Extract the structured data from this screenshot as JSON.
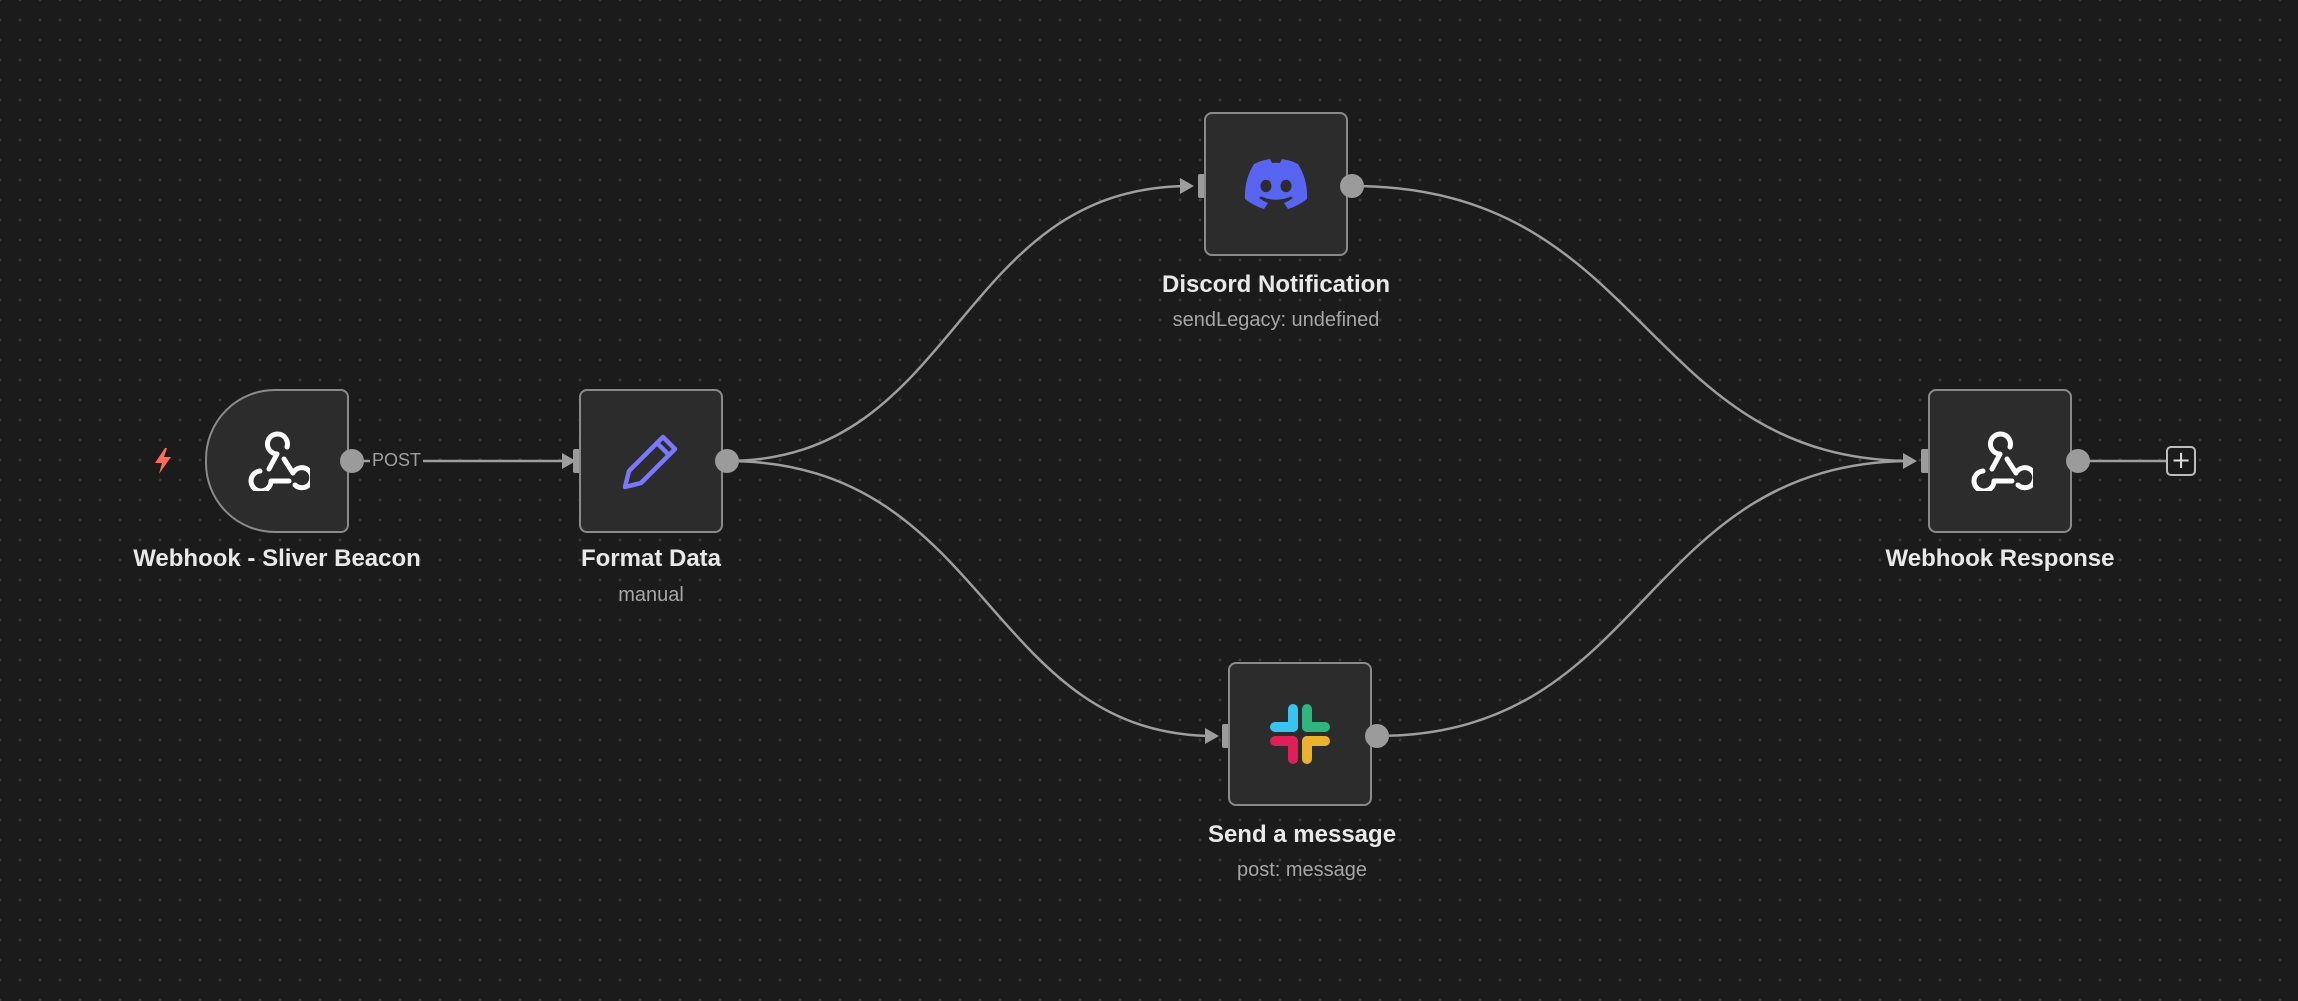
{
  "colors": {
    "canvas_bg": "#1b1b1b",
    "node_bg": "#2c2c2c",
    "node_border": "#8a8a8a",
    "edge": "#9e9e9e",
    "trigger_bolt": "#ff6d5a",
    "discord_brand": "#5865f2",
    "set_node_accent": "#7b78ff"
  },
  "nodes": {
    "webhook_trigger": {
      "title": "Webhook - Sliver Beacon",
      "icon": "webhook-icon"
    },
    "format_data": {
      "title": "Format Data",
      "subtitle": "manual",
      "icon": "pencil-icon"
    },
    "discord": {
      "title": "Discord Notification",
      "subtitle": "sendLegacy: undefined",
      "icon": "discord-icon"
    },
    "slack": {
      "title": "Send a message",
      "subtitle": "post: message",
      "icon": "slack-icon"
    },
    "webhook_response": {
      "title": "Webhook Response",
      "icon": "webhook-icon"
    }
  },
  "edges": {
    "trigger_output_label": "POST"
  },
  "add_button": {
    "label": "+"
  },
  "trigger_indicator": {
    "icon": "lightning-bolt-icon"
  }
}
